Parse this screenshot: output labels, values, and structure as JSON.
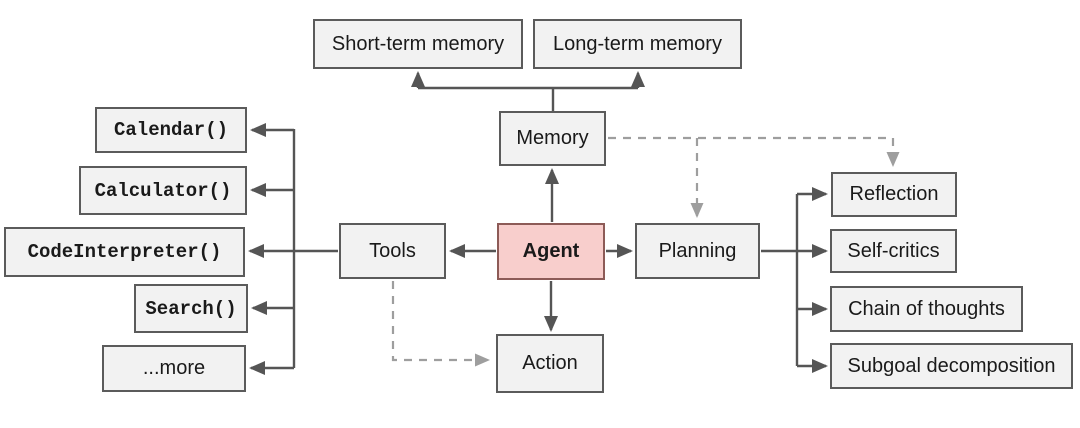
{
  "diagram": {
    "nodes": {
      "agent": {
        "label": "Agent"
      },
      "memory": {
        "label": "Memory"
      },
      "tools": {
        "label": "Tools"
      },
      "planning": {
        "label": "Planning"
      },
      "action": {
        "label": "Action"
      },
      "short_term_memory": {
        "label": "Short-term memory"
      },
      "long_term_memory": {
        "label": "Long-term memory"
      },
      "calendar": {
        "label": "Calendar()"
      },
      "calculator": {
        "label": "Calculator()"
      },
      "code_interpreter": {
        "label": "CodeInterpreter()"
      },
      "search": {
        "label": "Search()"
      },
      "more": {
        "label": "...more"
      },
      "reflection": {
        "label": "Reflection"
      },
      "self_critics": {
        "label": "Self-critics"
      },
      "chain_of_thoughts": {
        "label": "Chain of thoughts"
      },
      "subgoal_decomposition": {
        "label": "Subgoal decomposition"
      }
    },
    "edges": [
      {
        "from": "agent",
        "to": "memory",
        "style": "solid",
        "arrow": "to"
      },
      {
        "from": "agent",
        "to": "tools",
        "style": "solid",
        "arrow": "to"
      },
      {
        "from": "agent",
        "to": "planning",
        "style": "solid",
        "arrow": "to"
      },
      {
        "from": "agent",
        "to": "action",
        "style": "solid",
        "arrow": "to"
      },
      {
        "from": "memory",
        "to": "short_term_memory",
        "style": "solid",
        "arrow": "to"
      },
      {
        "from": "memory",
        "to": "long_term_memory",
        "style": "solid",
        "arrow": "to"
      },
      {
        "from": "tools",
        "to": "calendar",
        "style": "solid",
        "arrow": "to"
      },
      {
        "from": "tools",
        "to": "calculator",
        "style": "solid",
        "arrow": "to"
      },
      {
        "from": "tools",
        "to": "code_interpreter",
        "style": "solid",
        "arrow": "to"
      },
      {
        "from": "tools",
        "to": "search",
        "style": "solid",
        "arrow": "to"
      },
      {
        "from": "tools",
        "to": "more",
        "style": "solid",
        "arrow": "to"
      },
      {
        "from": "planning",
        "to": "reflection",
        "style": "solid",
        "arrow": "to"
      },
      {
        "from": "planning",
        "to": "self_critics",
        "style": "solid",
        "arrow": "to"
      },
      {
        "from": "planning",
        "to": "chain_of_thoughts",
        "style": "solid",
        "arrow": "to"
      },
      {
        "from": "planning",
        "to": "subgoal_decomposition",
        "style": "solid",
        "arrow": "to"
      },
      {
        "from": "memory",
        "to": "planning",
        "style": "dashed",
        "arrow": "to"
      },
      {
        "from": "memory",
        "to": "reflection",
        "style": "dashed",
        "arrow": "to"
      },
      {
        "from": "tools",
        "to": "action",
        "style": "dashed",
        "arrow": "to"
      }
    ],
    "colors": {
      "canvas_bg": "#ffffff",
      "node_fill": "#f2f2f2",
      "node_border": "#5b5b5b",
      "agent_fill": "#f8cecc",
      "agent_border": "#8d5b57",
      "solid_line": "#555555",
      "dashed_line": "#9e9e9e"
    }
  }
}
